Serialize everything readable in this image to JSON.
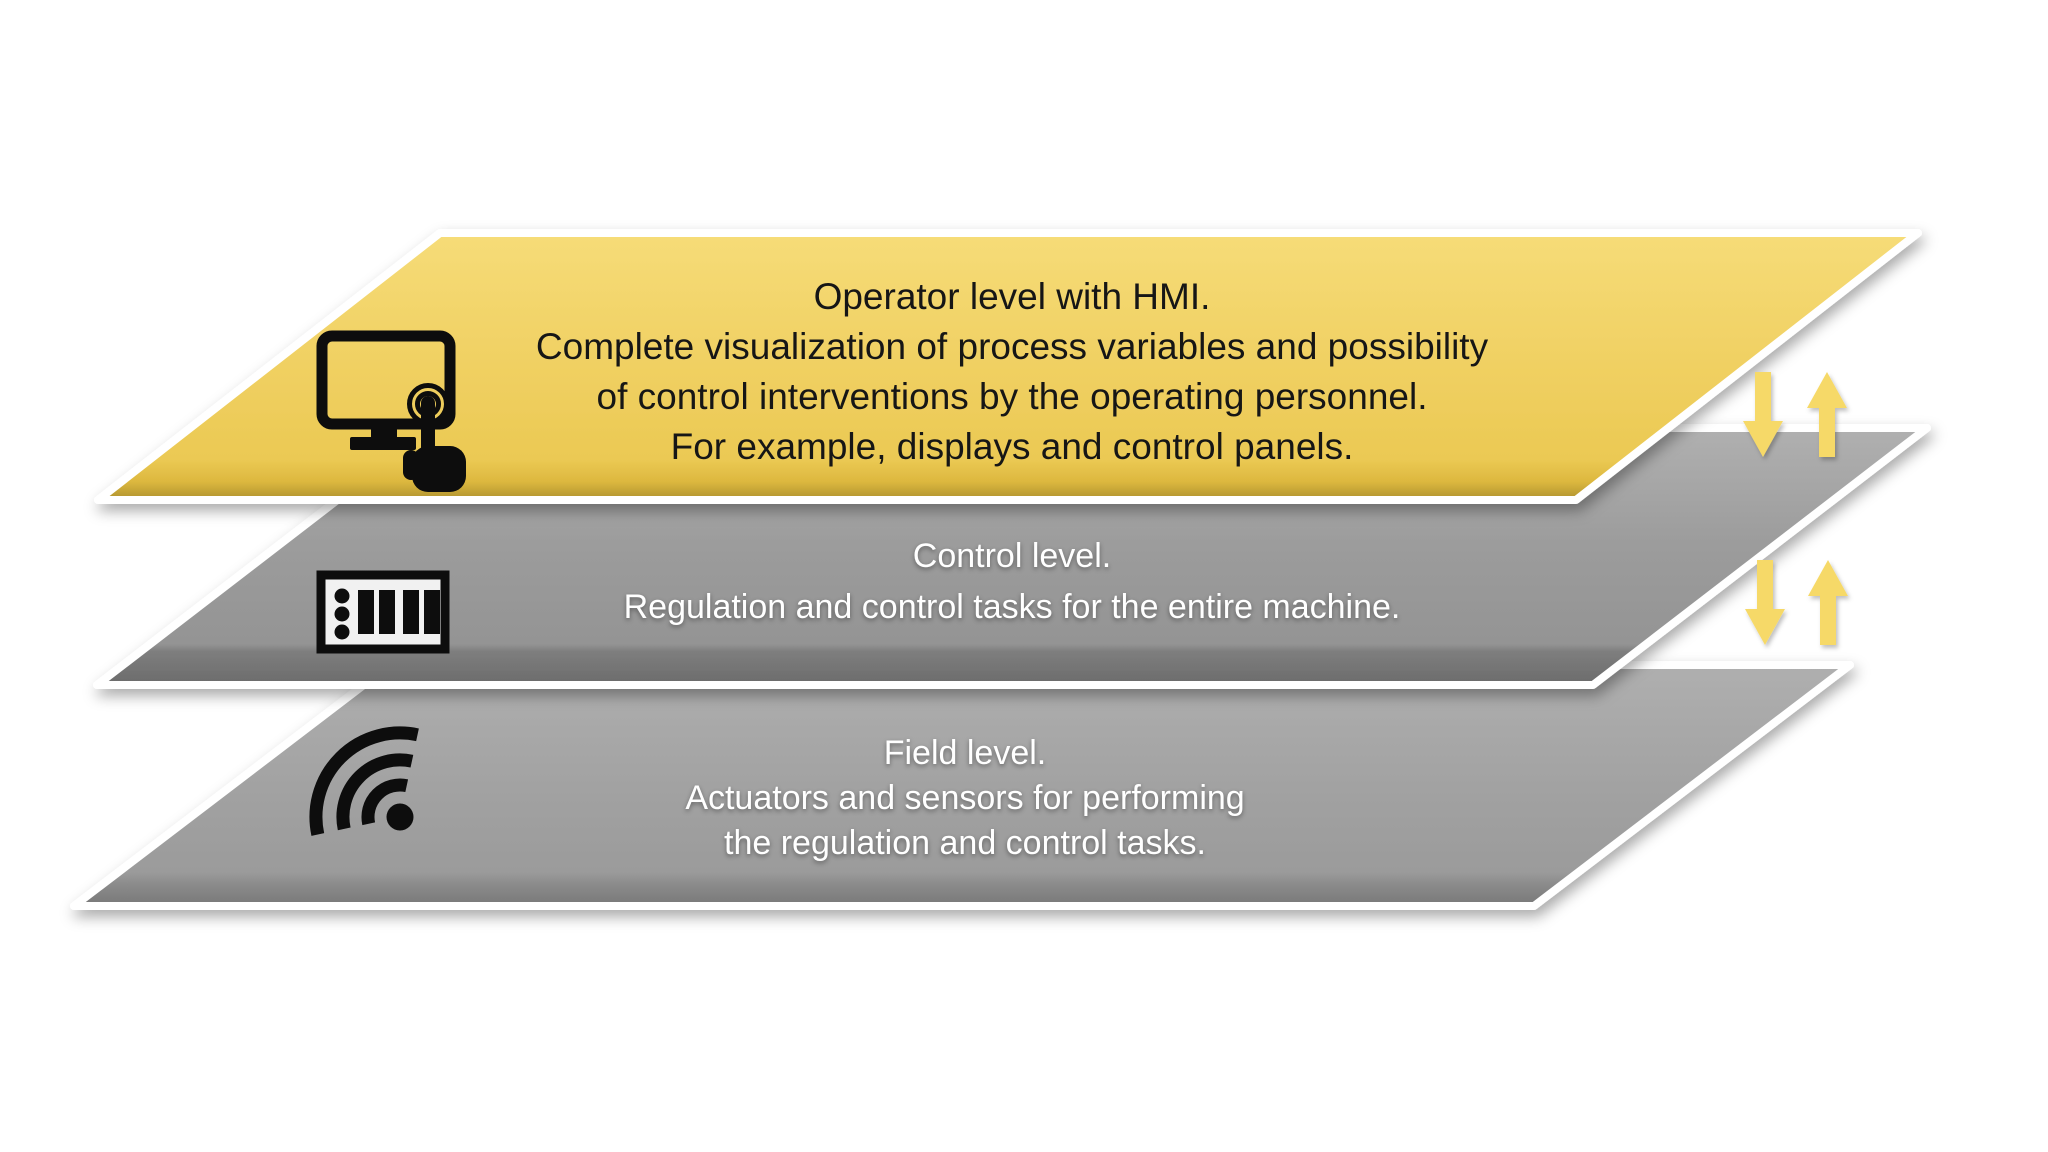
{
  "layers": [
    {
      "id": "operator",
      "icon": "touchscreen-monitor-icon",
      "fill": "#F0D062",
      "text_color": "#161616",
      "lines": [
        "Operator level with HMI.",
        "Complete visualization of process variables and possibility",
        "of control interventions by the operating personnel.",
        "For example, displays and control panels."
      ]
    },
    {
      "id": "control",
      "icon": "plc-module-icon",
      "fill": "#9C9C9C",
      "text_color": "#FFFFFF",
      "lines": [
        "Control level.",
        "Regulation and control tasks for the entire machine."
      ]
    },
    {
      "id": "field",
      "icon": "wireless-signal-icon",
      "fill": "#A1A1A1",
      "text_color": "#FFFFFF",
      "lines": [
        "Field level.",
        "Actuators and sensors for performing",
        "the regulation and control tasks."
      ]
    }
  ],
  "arrows": {
    "color": "#F6D967",
    "pairs": [
      {
        "id": "operator-control",
        "directions": [
          "down",
          "up"
        ]
      },
      {
        "id": "control-field",
        "directions": [
          "down",
          "up"
        ]
      }
    ]
  },
  "colors": {
    "operator_fill": "#F0D062",
    "control_fill": "#9C9C9C",
    "field_fill": "#A1A1A1",
    "arrow": "#F6D967",
    "operator_text": "#161616",
    "level_text": "#FFFFFF",
    "icon": "#0B0B0B",
    "background": "#FFFFFF"
  }
}
